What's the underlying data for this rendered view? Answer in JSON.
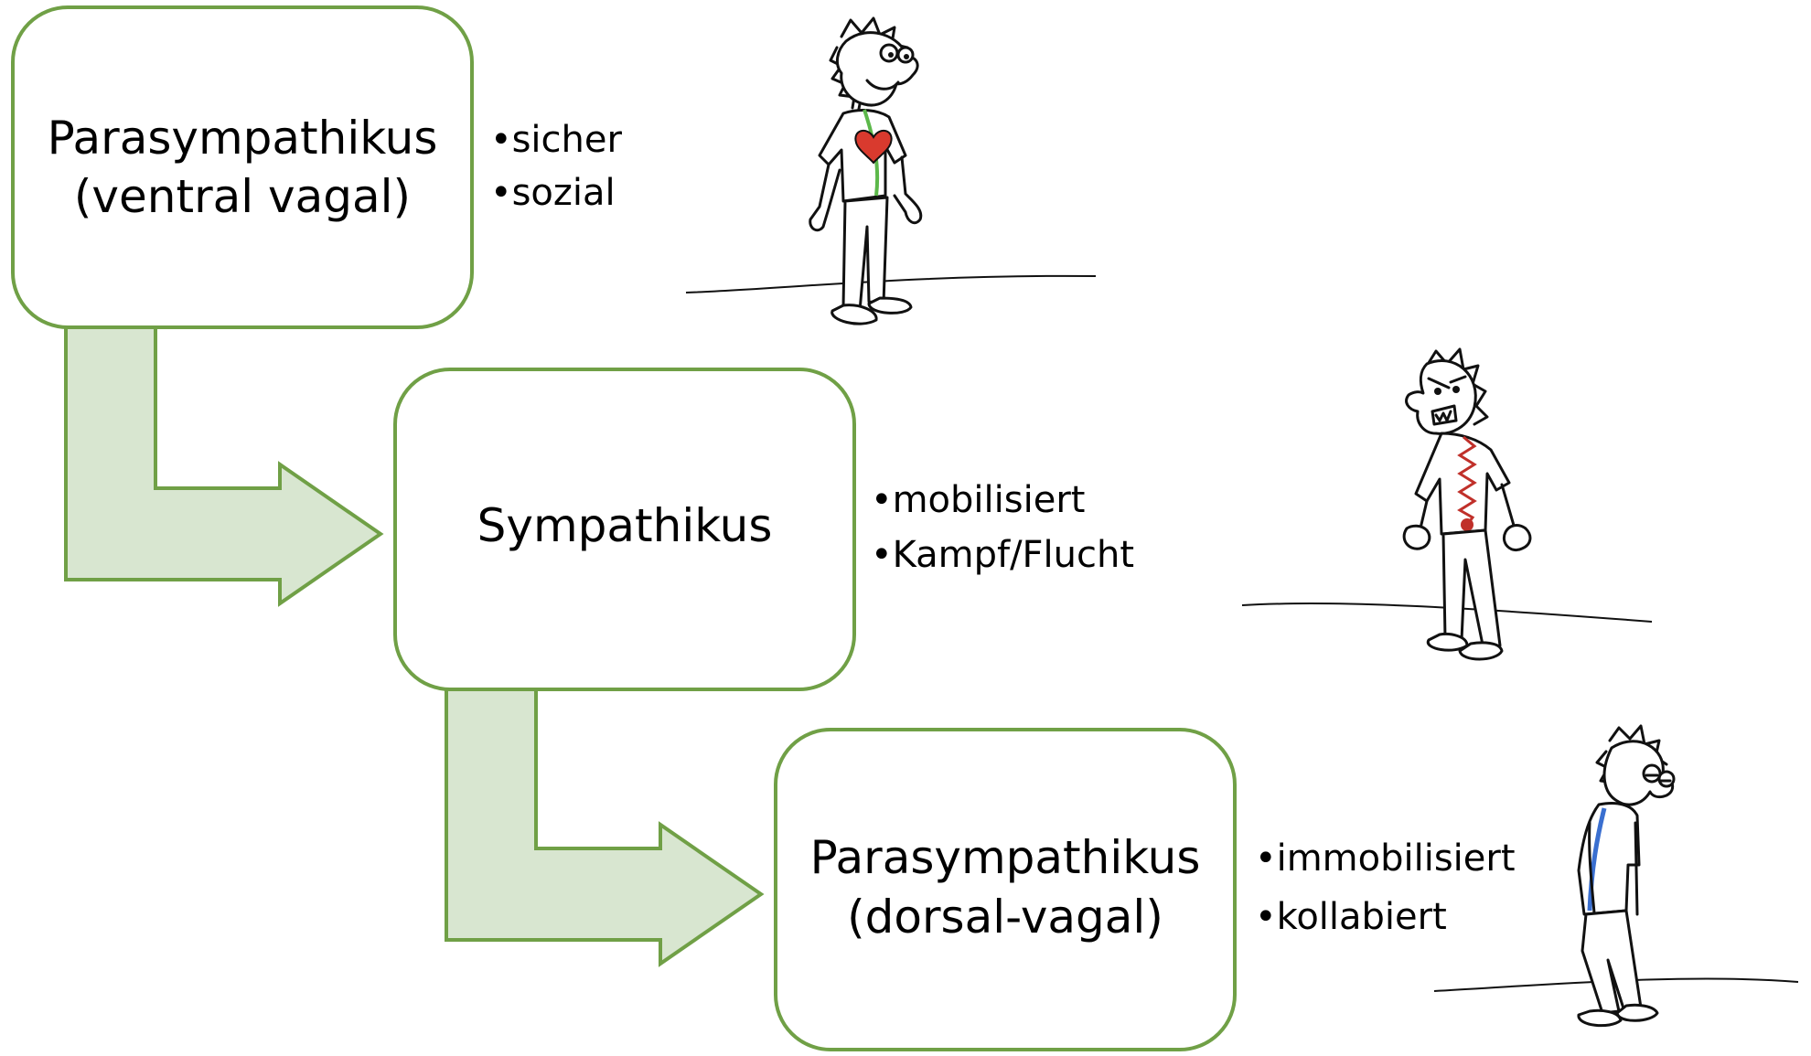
{
  "colors": {
    "box_border": "#70a046",
    "arrow_fill": "#d8e6d0",
    "arrow_border": "#70a046",
    "heart": "#d93a2e",
    "vagus_ventral": "#5cb84a",
    "vagus_sympathetic": "#c0302a",
    "vagus_dorsal": "#3a6fd0"
  },
  "states": [
    {
      "title_line1": "Parasympathikus",
      "title_line2": "(ventral vagal)",
      "bullets": [
        "sicher",
        "sozial"
      ],
      "figure": "calm-smiling-figure-with-heart"
    },
    {
      "title_line1": "Sympathikus",
      "title_line2": "",
      "bullets": [
        "mobilisiert",
        "Kampf/Flucht"
      ],
      "figure": "angry-figure-with-zigzag"
    },
    {
      "title_line1": "Parasympathikus",
      "title_line2": "(dorsal-vagal)",
      "bullets": [
        "immobilisiert",
        "kollabiert"
      ],
      "figure": "slumped-figure"
    }
  ]
}
